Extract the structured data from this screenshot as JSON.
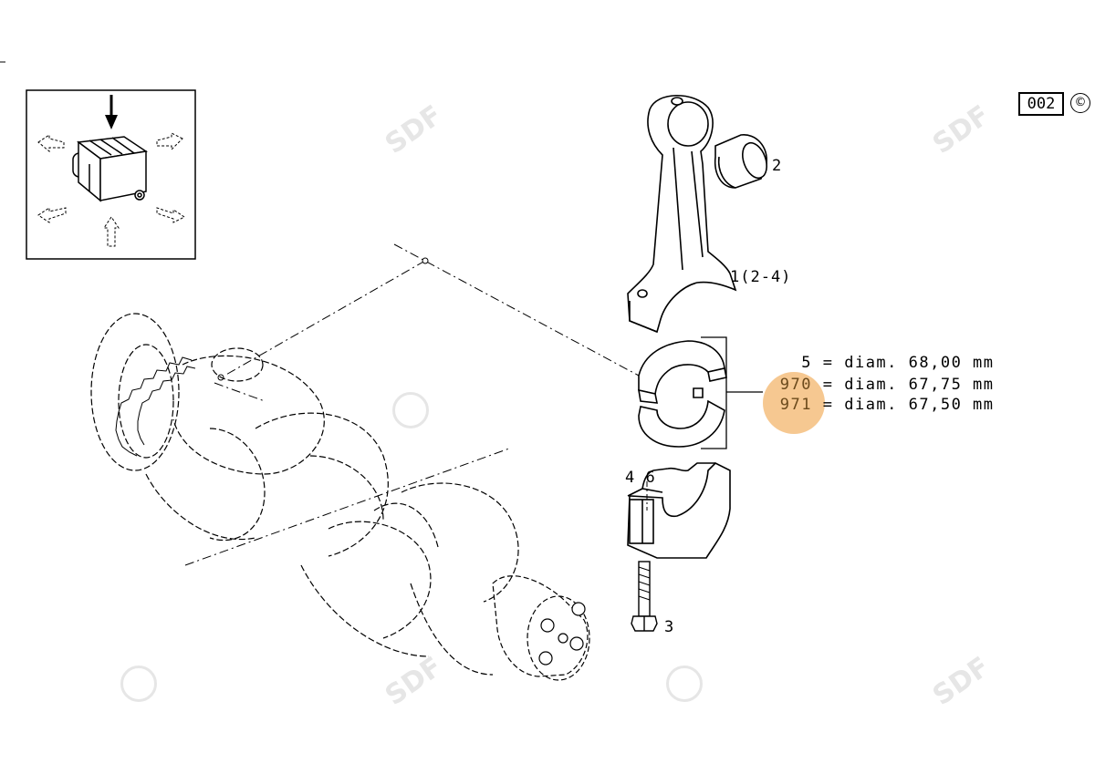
{
  "reference": {
    "code": "002",
    "copyright": "©"
  },
  "watermark": {
    "text": "SDF"
  },
  "callouts": {
    "piston_pin_bushing": "2",
    "connecting_rod": "1(2-4)",
    "cap_parts": "4 6",
    "cap_bolt": "3"
  },
  "bearing_legend": [
    {
      "code": "5",
      "description": "= diam. 68,00 mm",
      "highlighted": false
    },
    {
      "code": "970",
      "description": "= diam. 67,75 mm",
      "highlighted": true
    },
    {
      "code": "971",
      "description": "= diam. 67,50 mm",
      "highlighted": true
    }
  ],
  "colors": {
    "highlight": "#f5c58b",
    "line": "#000000",
    "watermark": "#e6e6e6"
  }
}
